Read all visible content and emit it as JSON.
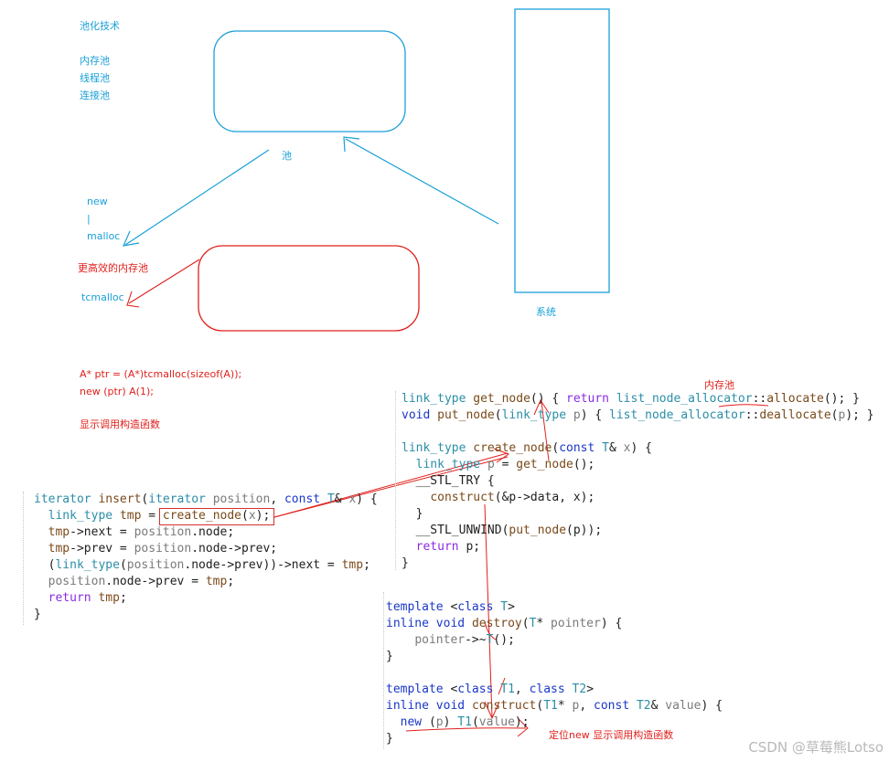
{
  "notes": {
    "pooling_title": "池化技术",
    "memory_pool": "内存池",
    "thread_pool": "线程池",
    "connection_pool": "连接池",
    "pool": "池",
    "new": "new",
    "bar": "|",
    "malloc": "malloc",
    "efficient_pool": "更高效的内存池",
    "tcmalloc": "tcmalloc",
    "system": "系统",
    "code_line1": "A* ptr = (A*)tcmalloc(sizeof(A));",
    "code_line2": "new (ptr) A(1);",
    "explicit_ctor": "显示调用构造函数",
    "memory_pool_label": "内存池",
    "placement_new_note": "定位new 显示调用构造函数"
  },
  "colors": {
    "blue": "#1aa0d8",
    "red": "#e0201c"
  },
  "watermark": "CSDN @草莓熊Lotso"
}
